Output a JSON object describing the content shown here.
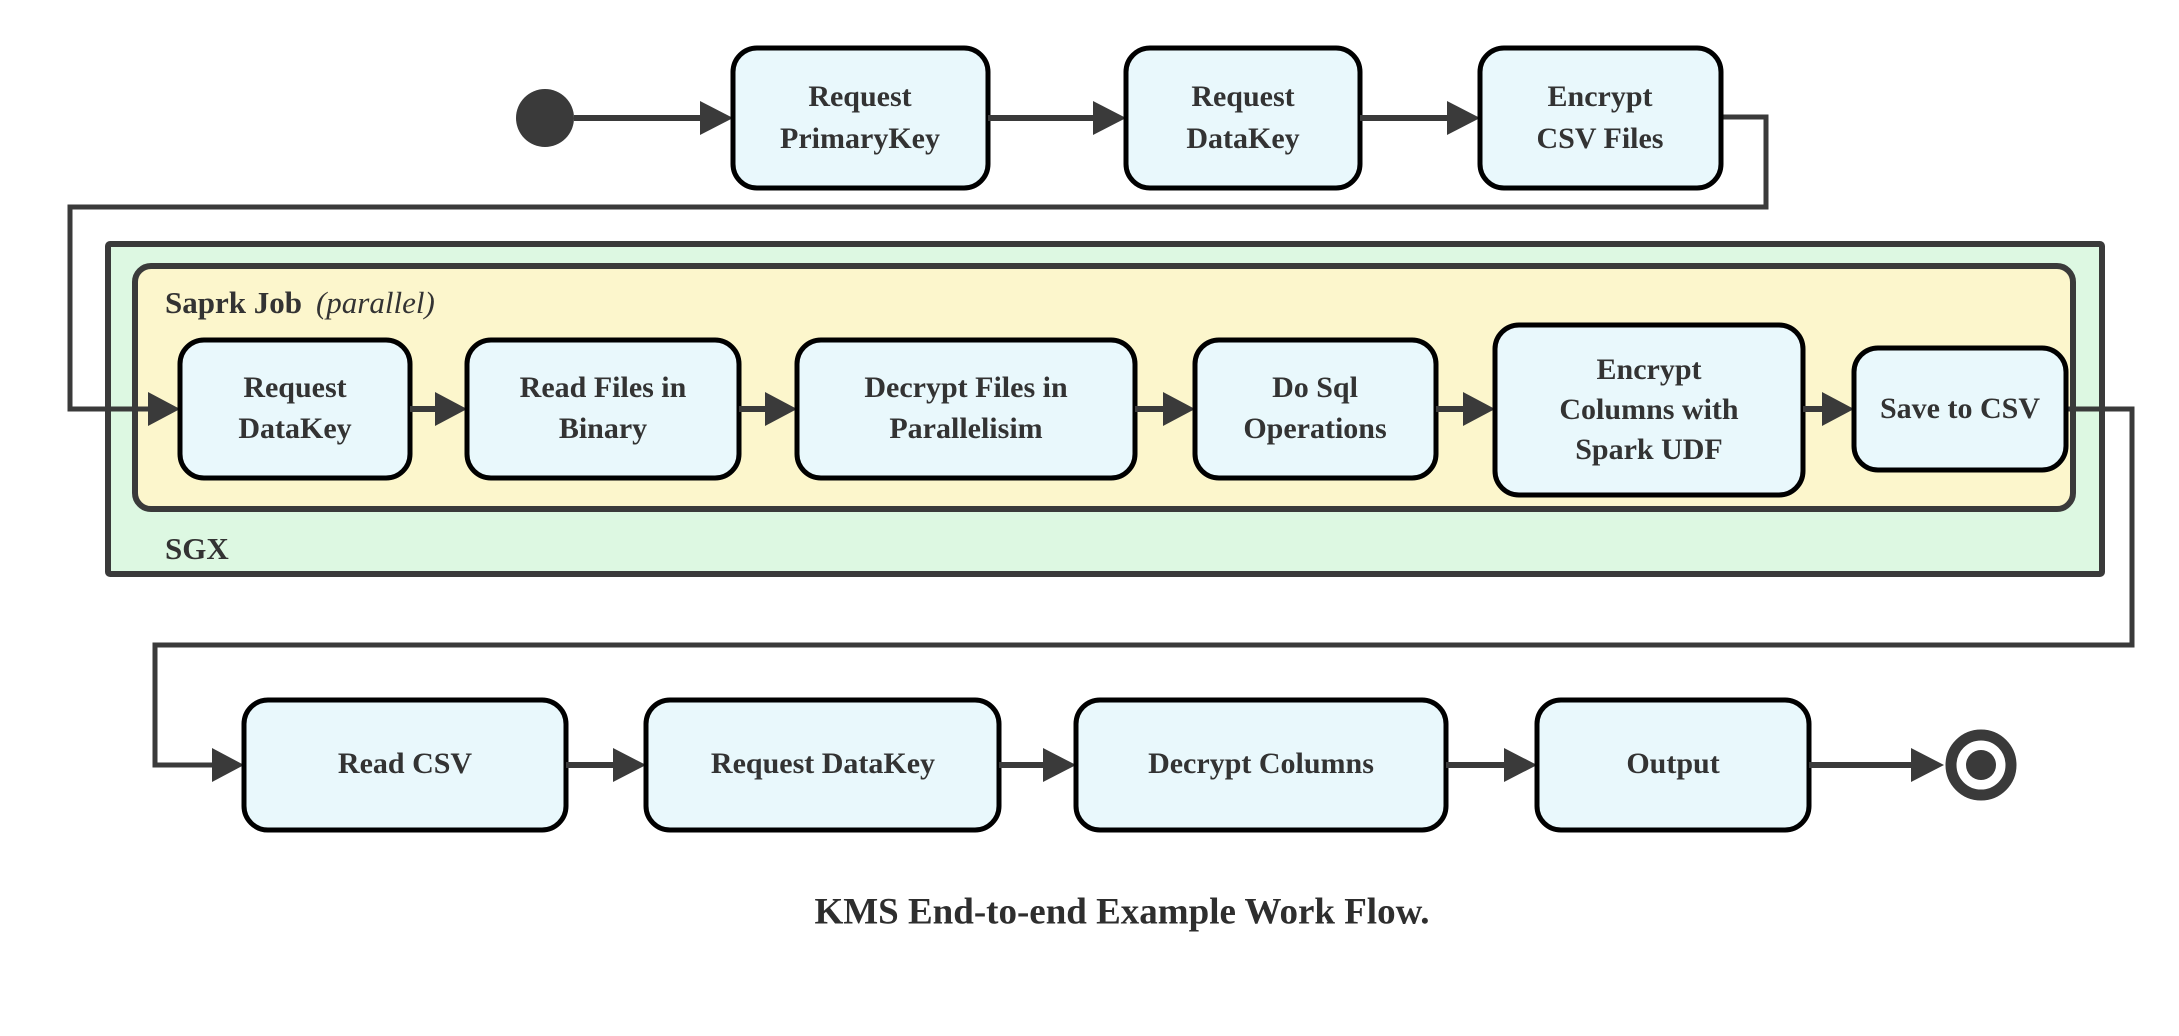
{
  "diagram": {
    "caption": "KMS End-to-end Example Work Flow.",
    "colors": {
      "node_fill": "#e9f8fc",
      "node_stroke": "#000000",
      "sgx_fill": "#ddf8e2",
      "spark_fill": "#fcf6cc",
      "group_stroke": "#3a3a3a",
      "edge": "#3a3a3a",
      "text": "#333333"
    },
    "start_node": {
      "name": "start"
    },
    "end_node": {
      "name": "end"
    },
    "groups": [
      {
        "id": "sgx",
        "label": "SGX",
        "label_position": "bottom-left",
        "fill": "#ddf8e2"
      },
      {
        "id": "spark",
        "label": "Saprk Job",
        "label_suffix": "(parallel)",
        "label_italic": "parallel",
        "label_position": "top-left",
        "fill": "#fcf6cc"
      }
    ],
    "rows": [
      {
        "id": "row-top",
        "nodes": [
          {
            "id": "request-primarykey",
            "lines": [
              "Request",
              "PrimaryKey"
            ]
          },
          {
            "id": "request-datakey-top",
            "lines": [
              "Request",
              "DataKey"
            ]
          },
          {
            "id": "encrypt-csv-files",
            "lines": [
              "Encrypt",
              "CSV Files"
            ]
          }
        ]
      },
      {
        "id": "row-spark",
        "group": "spark",
        "nodes": [
          {
            "id": "request-datakey-spark",
            "lines": [
              "Request",
              "DataKey"
            ]
          },
          {
            "id": "read-files-in-binary",
            "lines": [
              "Read Files in",
              "Binary"
            ]
          },
          {
            "id": "decrypt-files-in-parallelisim",
            "lines": [
              "Decrypt Files in",
              "Parallelisim"
            ]
          },
          {
            "id": "do-sql-operations",
            "lines": [
              "Do Sql",
              "Operations"
            ]
          },
          {
            "id": "encrypt-columns-with-spark-udf",
            "lines": [
              "Encrypt",
              "Columns with",
              "Spark UDF"
            ]
          },
          {
            "id": "save-to-csv",
            "lines": [
              "Save to CSV"
            ]
          }
        ]
      },
      {
        "id": "row-bottom",
        "nodes": [
          {
            "id": "read-csv",
            "lines": [
              "Read CSV"
            ]
          },
          {
            "id": "request-datakey-bottom",
            "lines": [
              "Request DataKey"
            ]
          },
          {
            "id": "decrypt-columns",
            "lines": [
              "Decrypt Columns"
            ]
          },
          {
            "id": "output",
            "lines": [
              "Output"
            ]
          }
        ]
      }
    ],
    "edges": [
      {
        "from": "start",
        "to": "request-primarykey"
      },
      {
        "from": "request-primarykey",
        "to": "request-datakey-top"
      },
      {
        "from": "request-datakey-top",
        "to": "encrypt-csv-files"
      },
      {
        "from": "encrypt-csv-files",
        "to": "request-datakey-spark",
        "routing": "right-down-left-right"
      },
      {
        "from": "request-datakey-spark",
        "to": "read-files-in-binary"
      },
      {
        "from": "read-files-in-binary",
        "to": "decrypt-files-in-parallelisim"
      },
      {
        "from": "decrypt-files-in-parallelisim",
        "to": "do-sql-operations"
      },
      {
        "from": "do-sql-operations",
        "to": "encrypt-columns-with-spark-udf"
      },
      {
        "from": "encrypt-columns-with-spark-udf",
        "to": "save-to-csv"
      },
      {
        "from": "save-to-csv",
        "to": "read-csv",
        "routing": "right-down-left-right"
      },
      {
        "from": "read-csv",
        "to": "request-datakey-bottom"
      },
      {
        "from": "request-datakey-bottom",
        "to": "decrypt-columns"
      },
      {
        "from": "decrypt-columns",
        "to": "output"
      },
      {
        "from": "output",
        "to": "end"
      }
    ]
  }
}
